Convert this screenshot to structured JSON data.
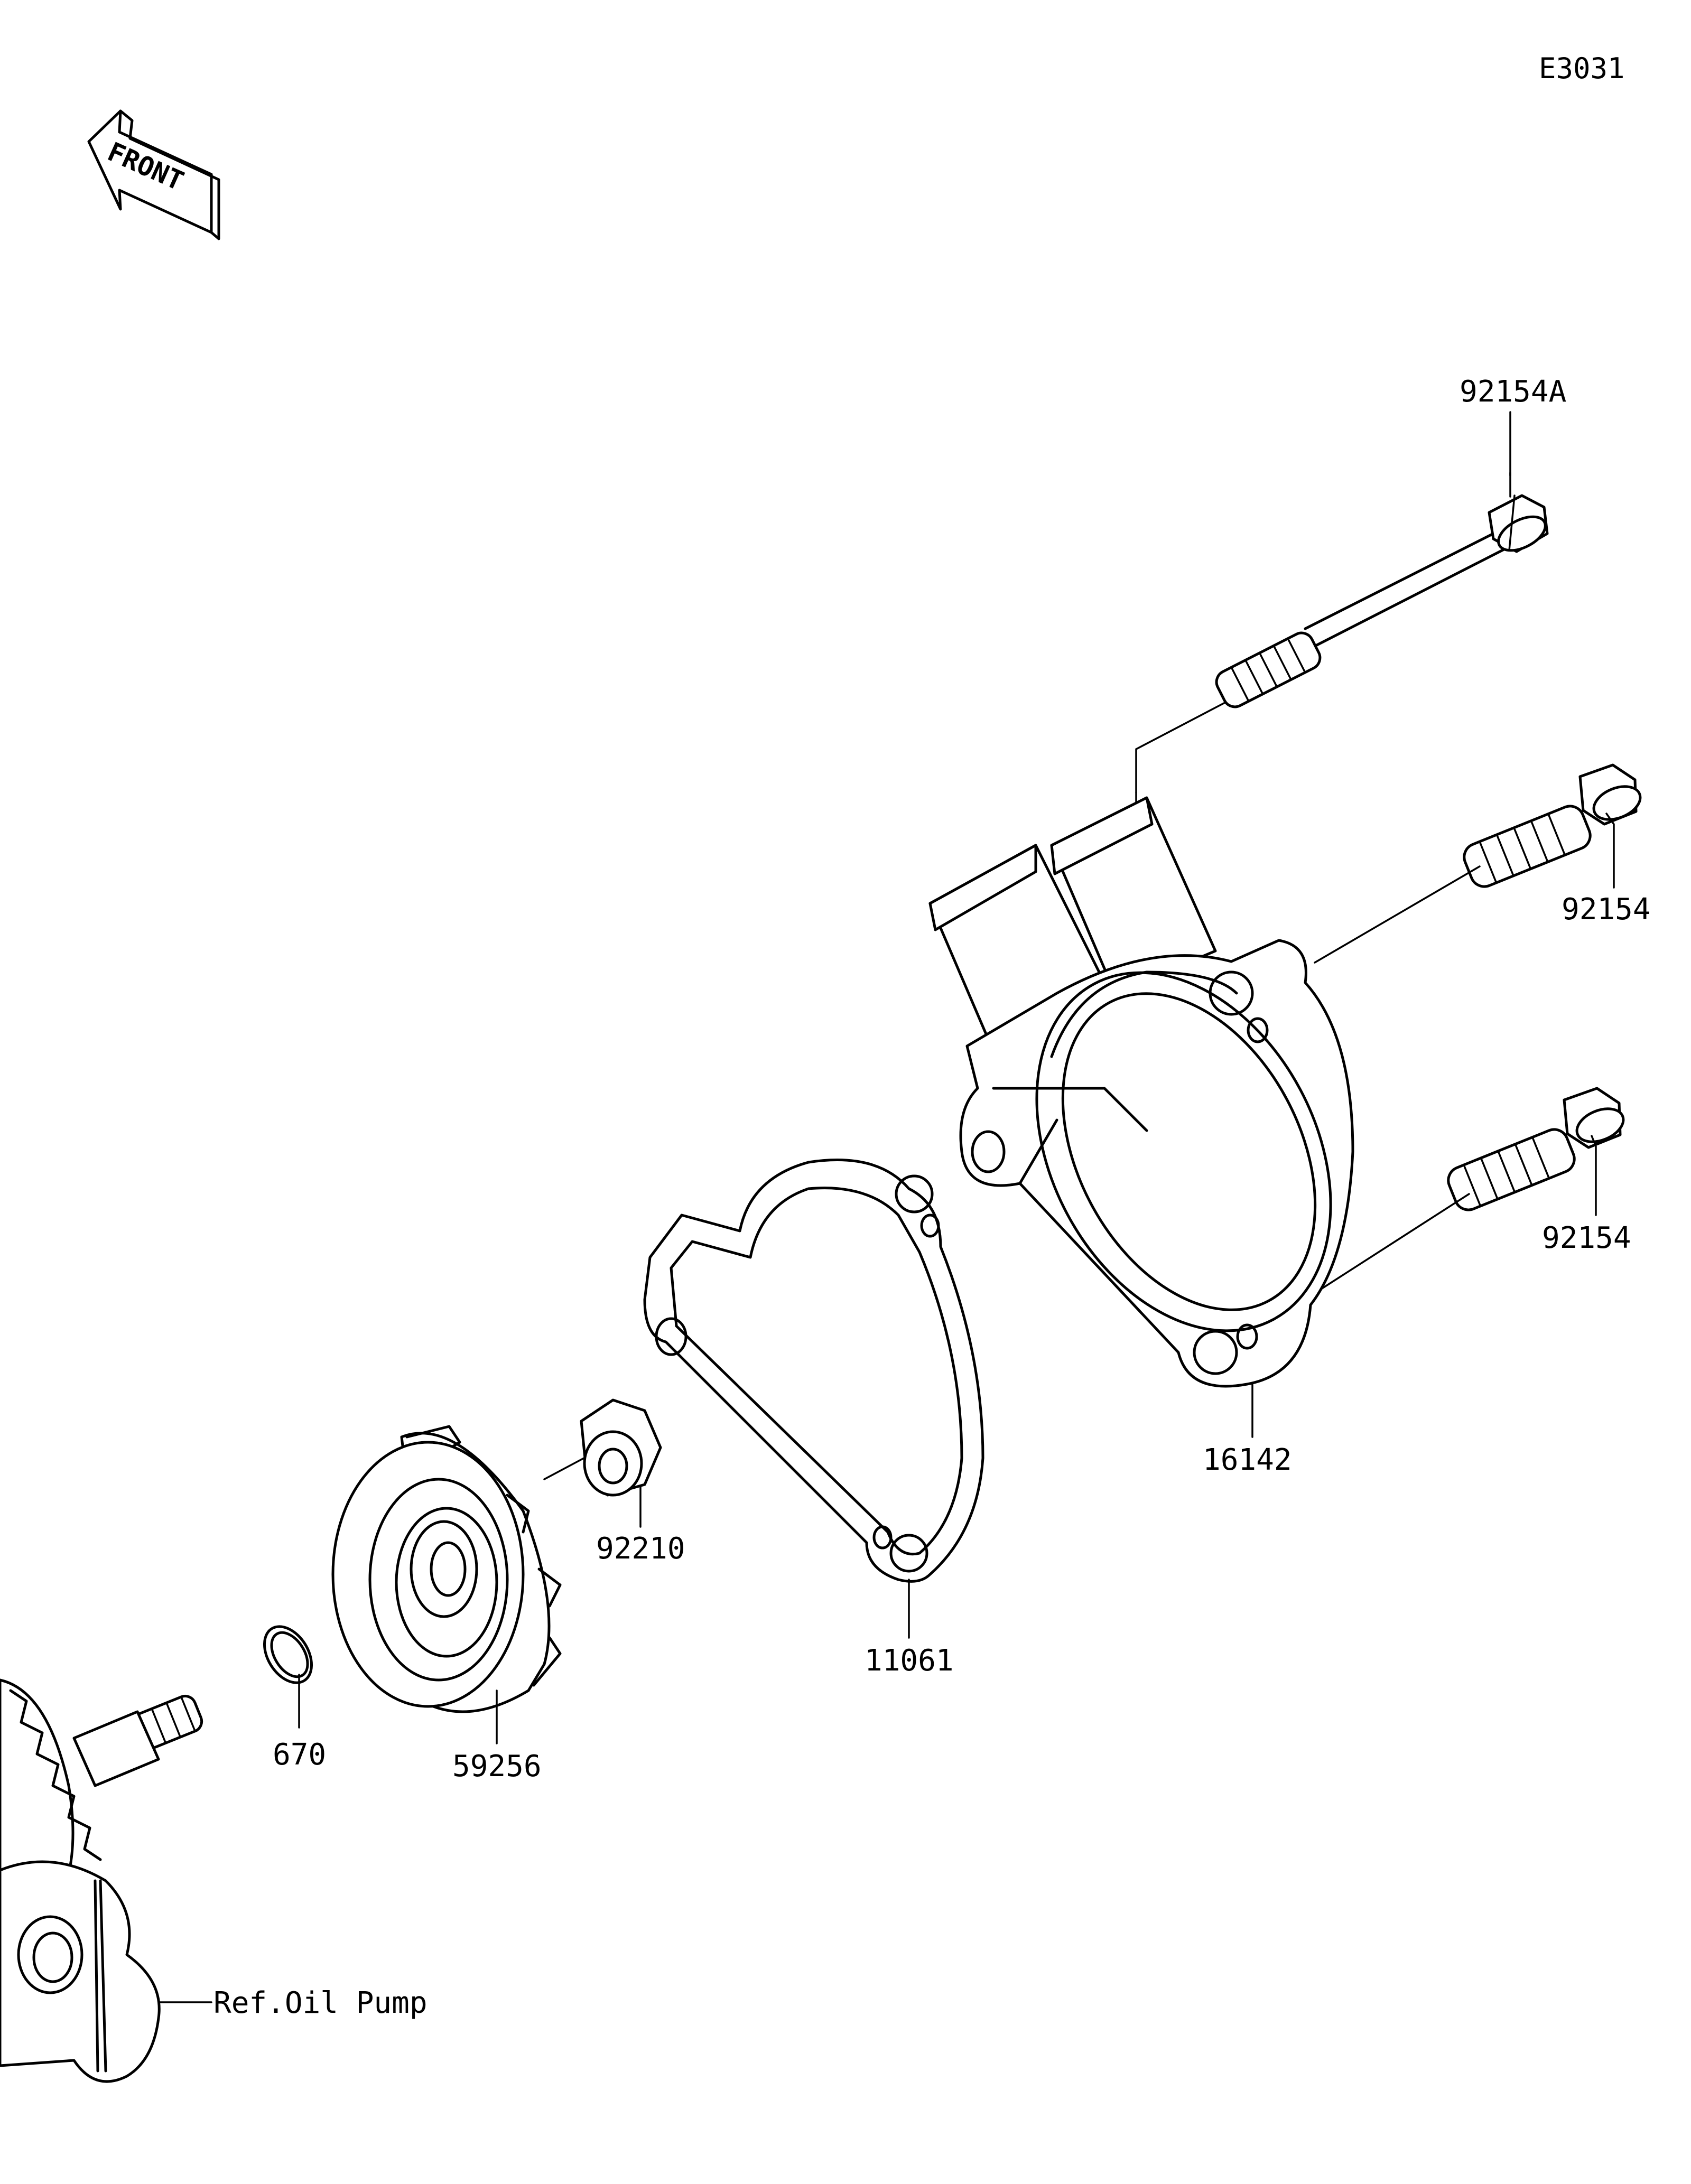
{
  "diagram_code": "E3031",
  "front_arrow_text": "FRONT",
  "parts": {
    "bolt_long": "92154A",
    "bolt_upper": "92154",
    "bolt_lower": "92154",
    "pump_cover": "16142",
    "gasket": "11061",
    "nut": "92210",
    "impeller": "59256",
    "o_ring": "670"
  },
  "reference": "Ref.Oil Pump"
}
